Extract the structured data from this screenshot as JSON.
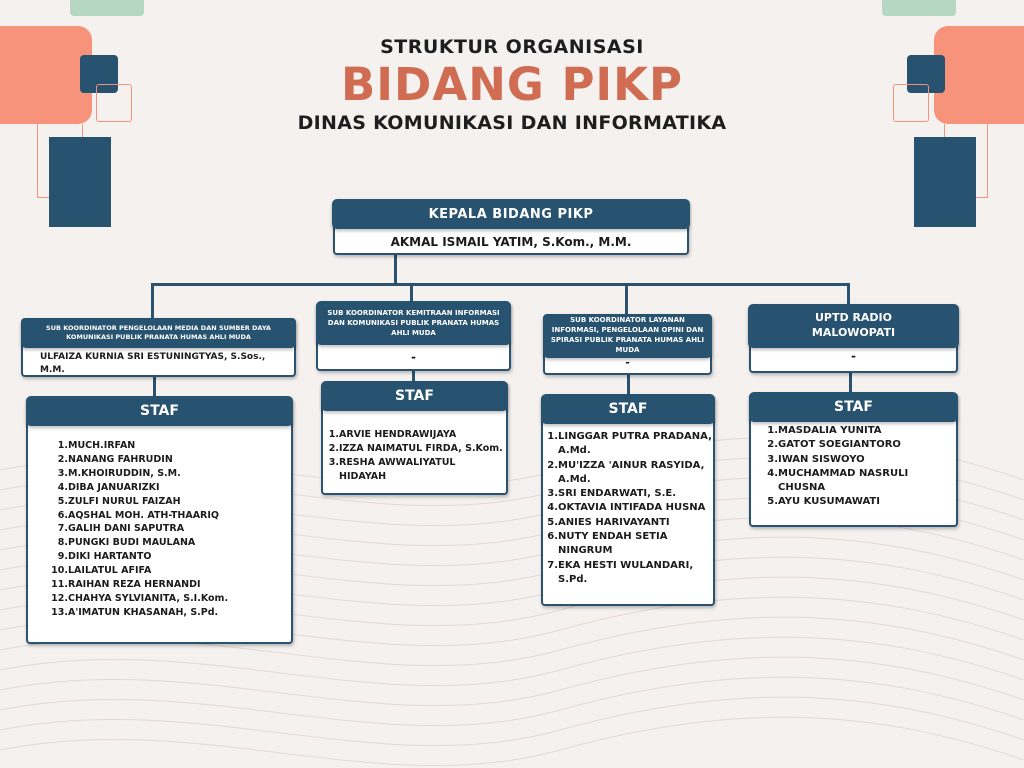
{
  "header": {
    "line1": "STRUKTUR ORGANISASI",
    "line2": "BIDANG PIKP",
    "line3": "DINAS KOMUNIKASI DAN INFORMATIKA"
  },
  "colors": {
    "navy": "#285370",
    "coral": "#f7937a",
    "mint": "#b6d7c2",
    "title_accent": "#cf6c52",
    "background": "#f4f1ef"
  },
  "head_unit": {
    "title": "KEPALA BIDANG PIKP",
    "name": "AKMAL ISMAIL YATIM, S.Kom., M.M."
  },
  "units": [
    {
      "title": "SUB KOORDINATOR PENGELOLAAN MEDIA DAN SUMBER DAYA KOMUNIKASI PUBLIK PRANATA HUMAS AHLI MUDA",
      "name": "ULFAIZA KURNIA SRI ESTUNINGTYAS, S.Sos., M.M.",
      "staff_label": "STAF",
      "staff": [
        {
          "no": "1.",
          "name": "MUCH.IRFAN"
        },
        {
          "no": "2.",
          "name": "NANANG FAHRUDIN"
        },
        {
          "no": "3.",
          "name": "M.KHOIRUDDIN, S.M."
        },
        {
          "no": "4.",
          "name": "DIBA JANUARIZKI"
        },
        {
          "no": "5.",
          "name": "ZULFI NURUL FAIZAH"
        },
        {
          "no": "6.",
          "name": "AQSHAL MOH. ATH-THAARIQ"
        },
        {
          "no": "7.",
          "name": "GALIH DANI SAPUTRA"
        },
        {
          "no": "8.",
          "name": "PUNGKI BUDI MAULANA"
        },
        {
          "no": "9.",
          "name": "DIKI HARTANTO"
        },
        {
          "no": "10.",
          "name": "LAILATUL AFIFA"
        },
        {
          "no": "11.",
          "name": "RAIHAN REZA HERNANDI"
        },
        {
          "no": "12.",
          "name": "CHAHYA SYLVIANITA, S.I.Kom."
        },
        {
          "no": "13.",
          "name": "A'IMATUN KHASANAH, S.Pd."
        }
      ]
    },
    {
      "title": "SUB KOORDINATOR KEMITRAAN INFORMASI DAN KOMUNIKASI PUBLIK PRANATA HUMAS AHLI MUDA",
      "name": "-",
      "staff_label": "STAF",
      "staff": [
        {
          "no": "1.",
          "name": "ARVIE HENDRAWIJAYA"
        },
        {
          "no": "2.",
          "name": "IZZA NAIMATUL FIRDA, S.Kom."
        },
        {
          "no": "3.",
          "name": "RESHA AWWALIYATUL HIDAYAH"
        }
      ]
    },
    {
      "title": "SUB KOORDINATOR LAYANAN INFORMASI, PENGELOLAAN OPINI DAN SPIRASI PUBLIK PRANATA HUMAS AHLI MUDA",
      "name": "-",
      "staff_label": "STAF",
      "staff": [
        {
          "no": "1.",
          "name": "LINGGAR PUTRA PRADANA, A.Md."
        },
        {
          "no": "2.",
          "name": "MU'IZZA 'AINUR RASYIDA, A.Md."
        },
        {
          "no": "3.",
          "name": "SRI ENDARWATI, S.E."
        },
        {
          "no": "4.",
          "name": "OKTAVIA INTIFADA HUSNA"
        },
        {
          "no": "5.",
          "name": "ANIES HARIVAYANTI"
        },
        {
          "no": "6.",
          "name": "NUTY ENDAH SETIA NINGRUM"
        },
        {
          "no": "7.",
          "name": "EKA HESTI WULANDARI, S.Pd."
        }
      ]
    },
    {
      "title": "UPTD RADIO MALOWOPATI",
      "name": "-",
      "staff_label": "STAF",
      "staff": [
        {
          "no": "1.",
          "name": "MASDALIA YUNITA"
        },
        {
          "no": "2.",
          "name": "GATOT SOEGIANTORO"
        },
        {
          "no": "3.",
          "name": "IWAN SISWOYO"
        },
        {
          "no": "4.",
          "name": "MUCHAMMAD NASRULI CHUSNA"
        },
        {
          "no": "5.",
          "name": "AYU KUSUMAWATI"
        }
      ]
    }
  ]
}
